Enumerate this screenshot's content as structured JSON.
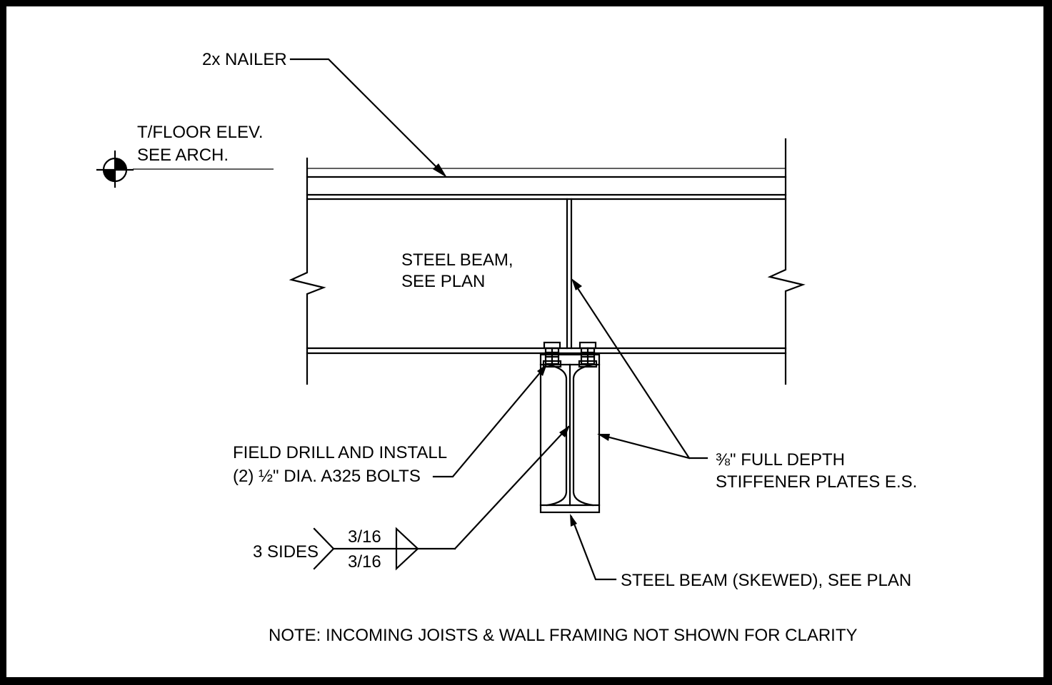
{
  "labels": {
    "nailer": "2x NAILER",
    "floor_elev_line1": "T/FLOOR ELEV.",
    "floor_elev_line2": "SEE ARCH.",
    "beam_line1": "STEEL BEAM,",
    "beam_line2": "SEE PLAN",
    "bolts_line1": "FIELD DRILL AND INSTALL",
    "bolts_line2": "(2) ½\" DIA. A325 BOLTS",
    "stiffener_line1": "⅜\" FULL DEPTH",
    "stiffener_line2": "STIFFENER PLATES E.S.",
    "weld_sides": "3 SIDES",
    "weld_size_top": "3/16",
    "weld_size_bottom": "3/16",
    "skewed_beam": "STEEL BEAM (SKEWED), SEE PLAN",
    "note": "NOTE: INCOMING JOISTS & WALL FRAMING NOT SHOWN FOR CLARITY"
  },
  "colors": {
    "background": "#ffffff",
    "linework": "#000000",
    "border": "#000000"
  }
}
